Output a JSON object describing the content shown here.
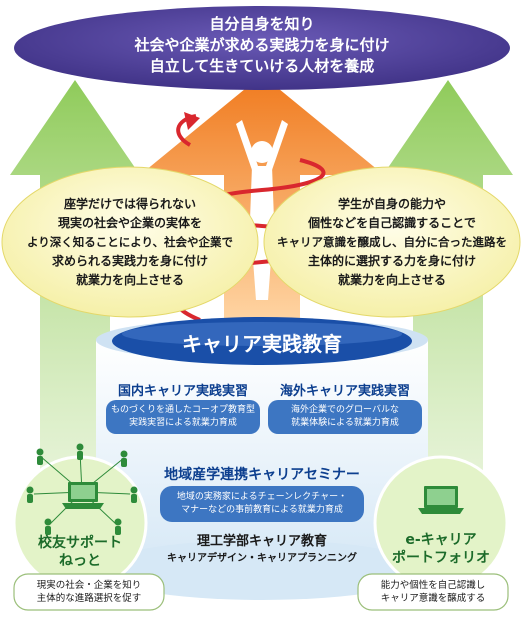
{
  "goal": {
    "lines": [
      "自分自身を知り",
      "社会や企業が求める実践力を身に付け",
      "自立して生きていける人材を養成"
    ]
  },
  "left_bubble": {
    "lines": [
      "座学だけでは得られない",
      "現実の社会や企業の実体を",
      "より深く知ることにより、社会や企業で",
      "求められる実践力を身に付け",
      "就業力を向上させる"
    ]
  },
  "right_bubble": {
    "lines": [
      "学生が自身の能力や",
      "個性などを自己認識することで",
      "キャリア意識を醸成し、自分に合った進路を",
      "主体的に選択する力を身に付け",
      "就業力を向上させる"
    ]
  },
  "core": {
    "title": "キャリア実践教育"
  },
  "programs": {
    "domestic": {
      "title": "国内キャリア実践実習",
      "desc": [
        "ものづくりを通したコーオプ教育型",
        "実践実習による就業力育成"
      ]
    },
    "overseas": {
      "title": "海外キャリア実践実習",
      "desc": [
        "海外企業でのグローバルな",
        "就業体験による就業力育成"
      ]
    },
    "seminar": {
      "title": "地域産学連携キャリアセミナー",
      "desc": [
        "地域の実務家によるチェーンレクチャー・",
        "マナーなどの事前教育による就業力育成"
      ]
    },
    "faculty": {
      "title": "理工学部キャリア教育",
      "subtitle": "キャリアデザイン・キャリアプランニング"
    }
  },
  "alumni": {
    "title": [
      "校友サポート",
      "ねっと"
    ],
    "note": [
      "現実の社会・企業を知り",
      "主体的な進路選択を促す"
    ]
  },
  "portfolio": {
    "title": [
      "e-キャリア",
      "ポートフォリオ"
    ],
    "note": [
      "能力や個性を自己認識し",
      "キャリア意識を醸成する"
    ]
  },
  "colors": {
    "goal_fill": "#4a3a96",
    "core_blue": "#1a4fa8",
    "arrow_orange": "#f08a2a",
    "bubble_fill": "#fbf7c8",
    "green_circle": "#e3f3c8",
    "green_dark": "#2e8b3a",
    "spiral_red": "#d9272e",
    "prog_box": "#3d76c2"
  },
  "icons": [
    "person-icon",
    "laptop-icon",
    "network-icon",
    "spiral-arrow-icon"
  ]
}
